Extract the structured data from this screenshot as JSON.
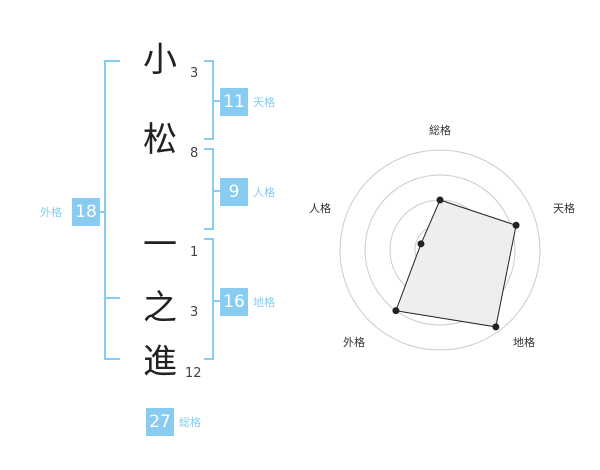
{
  "name": {
    "characters": [
      {
        "char": "小",
        "strokes": "3"
      },
      {
        "char": "松",
        "strokes": "8"
      },
      {
        "char": "一",
        "strokes": "1"
      },
      {
        "char": "之",
        "strokes": "3"
      },
      {
        "char": "進",
        "strokes": "12"
      }
    ]
  },
  "fortune": {
    "tenkaku": {
      "label": "天格",
      "value": "11"
    },
    "jinkaku": {
      "label": "人格",
      "value": "9"
    },
    "chikaku": {
      "label": "地格",
      "value": "16"
    },
    "gaikaku": {
      "label": "外格",
      "value": "18"
    },
    "soukaku": {
      "label": "総格",
      "value": "27"
    }
  },
  "colors": {
    "accent": "#88ccf1",
    "radar_fill": "#eeeeee",
    "radar_line": "#222222",
    "grid": "#cccccc"
  },
  "chart_data": {
    "type": "radar",
    "axes": [
      "総格",
      "天格",
      "地格",
      "外格",
      "人格"
    ],
    "values": [
      0.5,
      0.8,
      0.95,
      0.75,
      0.2
    ],
    "max": 1,
    "rings": 4
  }
}
